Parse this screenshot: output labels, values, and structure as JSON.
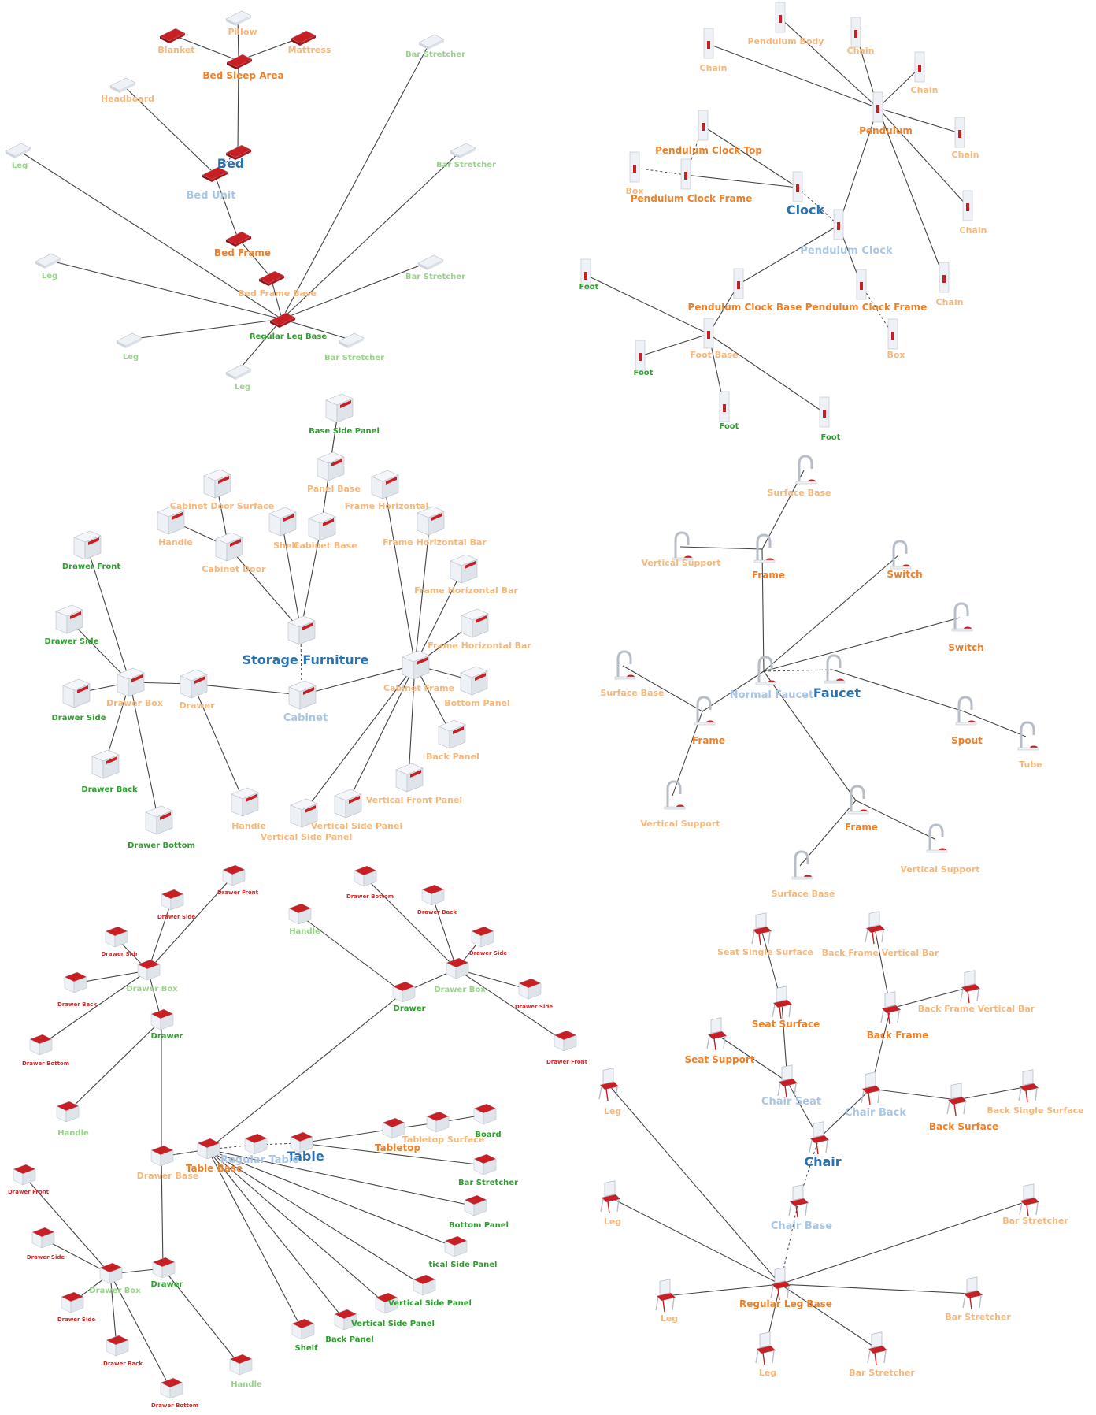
{
  "colors": {
    "root": "#2a72b0",
    "mid": "#a9c6e6",
    "orange": "#f07f25",
    "peach": "#f6b77a",
    "green": "#2ca02c",
    "lightgreen": "#98d38a",
    "red": "#d62728",
    "edge": "#444444"
  },
  "graphs": [
    {
      "name": "bed",
      "root_index": 0,
      "nodes": [
        {
          "label": "Bed",
          "tier": "root"
        },
        {
          "label": "Bed Unit",
          "tier": "mid"
        },
        {
          "label": "Bed Sleep Area",
          "tier": "orange"
        },
        {
          "label": "Pillow",
          "tier": "peach"
        },
        {
          "label": "Blanket",
          "tier": "peach"
        },
        {
          "label": "Mattress",
          "tier": "peach"
        },
        {
          "label": "Headboard",
          "tier": "peach"
        },
        {
          "label": "Bed Frame",
          "tier": "orange"
        },
        {
          "label": "Bed Frame Base",
          "tier": "peach"
        },
        {
          "label": "Regular Leg Base",
          "tier": "green"
        },
        {
          "label": "Bar Stretcher",
          "tier": "lightgreen"
        },
        {
          "label": "Bar Stretcher",
          "tier": "lightgreen"
        },
        {
          "label": "Bar Stretcher",
          "tier": "lightgreen"
        },
        {
          "label": "Bar Stretcher",
          "tier": "lightgreen"
        },
        {
          "label": "Leg",
          "tier": "lightgreen"
        },
        {
          "label": "Leg",
          "tier": "lightgreen"
        },
        {
          "label": "Leg",
          "tier": "lightgreen"
        },
        {
          "label": "Leg",
          "tier": "lightgreen"
        }
      ]
    },
    {
      "name": "clock",
      "nodes": [
        {
          "label": "Clock",
          "tier": "root"
        },
        {
          "label": "Pendulum Clock",
          "tier": "mid"
        },
        {
          "label": "Pendulum Clock Top",
          "tier": "orange"
        },
        {
          "label": "Pendulum Clock Frame",
          "tier": "orange"
        },
        {
          "label": "Box",
          "tier": "peach"
        },
        {
          "label": "Pendulum",
          "tier": "orange"
        },
        {
          "label": "Pendulum Body",
          "tier": "peach"
        },
        {
          "label": "Chain",
          "tier": "peach"
        },
        {
          "label": "Chain",
          "tier": "peach"
        },
        {
          "label": "Chain",
          "tier": "peach"
        },
        {
          "label": "Chain",
          "tier": "peach"
        },
        {
          "label": "Chain",
          "tier": "peach"
        },
        {
          "label": "Chain",
          "tier": "peach"
        },
        {
          "label": "Pendulum Clock Base",
          "tier": "orange"
        },
        {
          "label": "Foot Base",
          "tier": "peach"
        },
        {
          "label": "Foot",
          "tier": "green"
        },
        {
          "label": "Foot",
          "tier": "green"
        },
        {
          "label": "Foot",
          "tier": "green"
        },
        {
          "label": "Foot",
          "tier": "green"
        },
        {
          "label": "Pendulum Clock Frame",
          "tier": "orange"
        },
        {
          "label": "Box",
          "tier": "peach"
        }
      ]
    },
    {
      "name": "storage",
      "nodes": [
        {
          "label": "Storage Furniture",
          "tier": "root"
        },
        {
          "label": "Cabinet",
          "tier": "mid"
        },
        {
          "label": "Cabinet Frame",
          "tier": "peach"
        },
        {
          "label": "Drawer",
          "tier": "peach"
        },
        {
          "label": "Drawer Box",
          "tier": "peach"
        },
        {
          "label": "Drawer Front",
          "tier": "green"
        },
        {
          "label": "Drawer Side",
          "tier": "green"
        },
        {
          "label": "Drawer Side",
          "tier": "green"
        },
        {
          "label": "Drawer Back",
          "tier": "green"
        },
        {
          "label": "Drawer Bottom",
          "tier": "green"
        },
        {
          "label": "Handle",
          "tier": "peach"
        },
        {
          "label": "Cabinet Door",
          "tier": "peach"
        },
        {
          "label": "Cabinet Door Surface",
          "tier": "peach"
        },
        {
          "label": "Handle",
          "tier": "peach"
        },
        {
          "label": "Shelf",
          "tier": "peach"
        },
        {
          "label": "Cabinet Base",
          "tier": "peach"
        },
        {
          "label": "Panel Base",
          "tier": "peach"
        },
        {
          "label": "Base Side Panel",
          "tier": "green"
        },
        {
          "label": "Frame Horizontal",
          "tier": "peach"
        },
        {
          "label": "Frame Horizontal Bar",
          "tier": "peach"
        },
        {
          "label": "Frame Horizontal Bar",
          "tier": "peach"
        },
        {
          "label": "Frame Horizontal Bar",
          "tier": "peach"
        },
        {
          "label": "Bottom Panel",
          "tier": "peach"
        },
        {
          "label": "Back Panel",
          "tier": "peach"
        },
        {
          "label": "Vertical Front Panel",
          "tier": "peach"
        },
        {
          "label": "Vertical Side Panel",
          "tier": "peach"
        },
        {
          "label": "Vertical Side Panel",
          "tier": "peach"
        }
      ]
    },
    {
      "name": "faucet",
      "nodes": [
        {
          "label": "Faucet",
          "tier": "root"
        },
        {
          "label": "Normal Faucet",
          "tier": "mid"
        },
        {
          "label": "Frame",
          "tier": "orange"
        },
        {
          "label": "Surface Base",
          "tier": "peach"
        },
        {
          "label": "Vertical Support",
          "tier": "peach"
        },
        {
          "label": "Switch",
          "tier": "orange"
        },
        {
          "label": "Switch",
          "tier": "orange"
        },
        {
          "label": "Frame",
          "tier": "orange"
        },
        {
          "label": "Surface Base",
          "tier": "peach"
        },
        {
          "label": "Vertical Support",
          "tier": "peach"
        },
        {
          "label": "Spout",
          "tier": "orange"
        },
        {
          "label": "Tube",
          "tier": "peach"
        },
        {
          "label": "Frame",
          "tier": "orange"
        },
        {
          "label": "Vertical Support",
          "tier": "peach"
        },
        {
          "label": "Surface Base",
          "tier": "peach"
        }
      ]
    },
    {
      "name": "table",
      "nodes": [
        {
          "label": "Table",
          "tier": "root"
        },
        {
          "label": "Regular Table",
          "tier": "mid"
        },
        {
          "label": "Table Base",
          "tier": "orange"
        },
        {
          "label": "Drawer Base",
          "tier": "peach"
        },
        {
          "label": "Tabletop",
          "tier": "orange"
        },
        {
          "label": "Tabletop Surface",
          "tier": "peach"
        },
        {
          "label": "Board",
          "tier": "green"
        },
        {
          "label": "Bar Stretcher",
          "tier": "green"
        },
        {
          "label": "Bottom Panel",
          "tier": "green"
        },
        {
          "label": "tical Side Panel",
          "tier": "green"
        },
        {
          "label": "Vertical Side Panel",
          "tier": "green"
        },
        {
          "label": "Vertical Side Panel",
          "tier": "green"
        },
        {
          "label": "Back Panel",
          "tier": "green"
        },
        {
          "label": "Shelf",
          "tier": "green"
        },
        {
          "label": "Drawer",
          "tier": "green"
        },
        {
          "label": "Drawer Box",
          "tier": "lightgreen"
        },
        {
          "label": "Drawer Front",
          "tier": "red"
        },
        {
          "label": "Drawer Side",
          "tier": "red"
        },
        {
          "label": "Drawer Sidr",
          "tier": "red"
        },
        {
          "label": "Drawer Back",
          "tier": "red"
        },
        {
          "label": "Drawer Bottom",
          "tier": "red"
        },
        {
          "label": "Handle",
          "tier": "lightgreen"
        },
        {
          "label": "Drawer",
          "tier": "green"
        },
        {
          "label": "Drawer Box",
          "tier": "lightgreen"
        },
        {
          "label": "Drawer Bottom",
          "tier": "red"
        },
        {
          "label": "Drawer Back",
          "tier": "red"
        },
        {
          "label": "Drawer Side",
          "tier": "red"
        },
        {
          "label": "Drawer Side",
          "tier": "red"
        },
        {
          "label": "Drawer Front",
          "tier": "red"
        },
        {
          "label": "Handle",
          "tier": "lightgreen"
        },
        {
          "label": "Drawer",
          "tier": "green"
        },
        {
          "label": "Drawer Box",
          "tier": "lightgreen"
        },
        {
          "label": "Drawer Front",
          "tier": "red"
        },
        {
          "label": "Drawer Side",
          "tier": "red"
        },
        {
          "label": "Drawer Side",
          "tier": "red"
        },
        {
          "label": "Drawer Back",
          "tier": "red"
        },
        {
          "label": "Drawer Bottom",
          "tier": "red"
        },
        {
          "label": "Handle",
          "tier": "lightgreen"
        }
      ]
    },
    {
      "name": "chair",
      "nodes": [
        {
          "label": "Chair",
          "tier": "root"
        },
        {
          "label": "Chair Seat",
          "tier": "mid"
        },
        {
          "label": "Chair Back",
          "tier": "mid"
        },
        {
          "label": "Chair Base",
          "tier": "mid"
        },
        {
          "label": "Seat Surface",
          "tier": "orange"
        },
        {
          "label": "Seat Single Surface",
          "tier": "peach"
        },
        {
          "label": "Seat Support",
          "tier": "orange"
        },
        {
          "label": "Back Frame",
          "tier": "orange"
        },
        {
          "label": "Back Frame Vertical Bar",
          "tier": "peach"
        },
        {
          "label": "Back Frame Vertical Bar",
          "tier": "peach"
        },
        {
          "label": "Back Surface",
          "tier": "orange"
        },
        {
          "label": "Back Single Surface",
          "tier": "peach"
        },
        {
          "label": "Regular Leg Base",
          "tier": "orange"
        },
        {
          "label": "Leg",
          "tier": "peach"
        },
        {
          "label": "Leg",
          "tier": "peach"
        },
        {
          "label": "Leg",
          "tier": "peach"
        },
        {
          "label": "Leg",
          "tier": "peach"
        },
        {
          "label": "Bar Stretcher",
          "tier": "peach"
        },
        {
          "label": "Bar Stretcher",
          "tier": "peach"
        },
        {
          "label": "Bar Stretcher",
          "tier": "peach"
        }
      ]
    }
  ]
}
